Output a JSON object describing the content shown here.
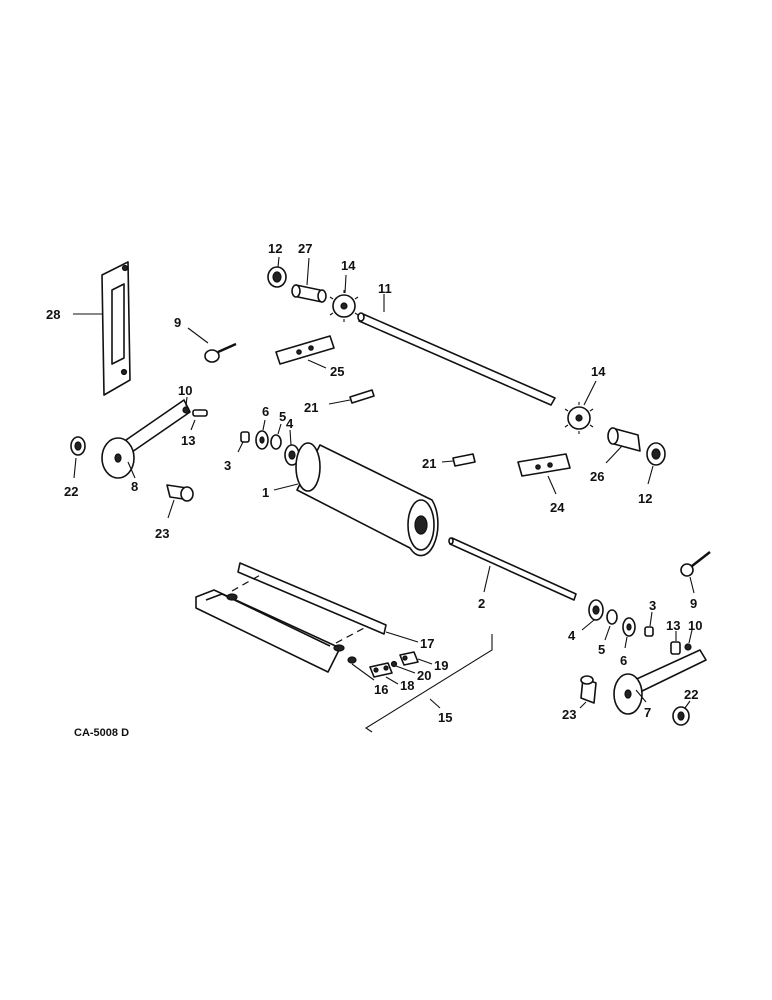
{
  "figure": {
    "reference_code": "CA-5008 D",
    "callouts": [
      "1",
      "2",
      "3",
      "4",
      "5",
      "6",
      "7",
      "8",
      "9",
      "10",
      "11",
      "12",
      "13",
      "14",
      "15",
      "16",
      "17",
      "18",
      "19",
      "20",
      "21",
      "22",
      "23",
      "24",
      "25",
      "26",
      "27",
      "28"
    ],
    "labels": {
      "l1": "1",
      "l2": "2",
      "l3a": "3",
      "l3b": "3",
      "l4a": "4",
      "l4b": "4",
      "l5a": "5",
      "l5b": "5",
      "l6a": "6",
      "l6b": "6",
      "l7": "7",
      "l8": "8",
      "l9a": "9",
      "l9b": "9",
      "l10a": "10",
      "l10b": "10",
      "l11": "11",
      "l12a": "12",
      "l12b": "12",
      "l13a": "13",
      "l13b": "13",
      "l14a": "14",
      "l14b": "14",
      "l15": "15",
      "l16": "16",
      "l17": "17",
      "l18": "18",
      "l19": "19",
      "l20": "20",
      "l21a": "21",
      "l21b": "21",
      "l22a": "22",
      "l22b": "22",
      "l23a": "23",
      "l23b": "23",
      "l24": "24",
      "l25": "25",
      "l26": "26",
      "l27": "27",
      "l28": "28"
    }
  }
}
